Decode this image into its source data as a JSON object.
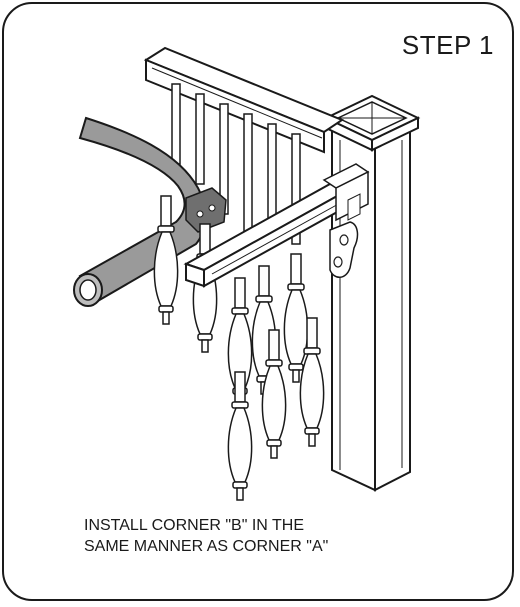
{
  "step_label": "STEP 1",
  "instruction": {
    "line1": "INSTALL CORNER \"B\" IN THE",
    "line2": "SAME MANNER AS CORNER \"A\""
  },
  "colors": {
    "outline": "#1a1a1a",
    "handrail": "#9a9a9a",
    "background": "#ffffff"
  }
}
